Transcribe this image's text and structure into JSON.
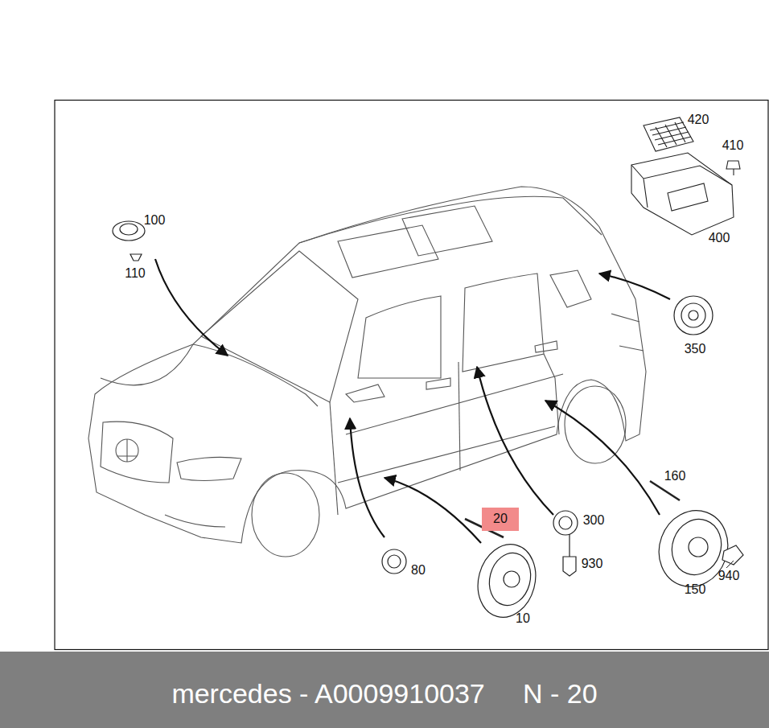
{
  "diagram": {
    "caption": "mercedes - A0009910037     N - 20",
    "nodes": [
      {
        "text": [
          "20"
        ]
      }
    ],
    "labels": [
      "420",
      "410",
      "100",
      "110",
      "400",
      "350",
      "160",
      "300",
      "930",
      "80",
      "940",
      "150",
      "10"
    ]
  }
}
